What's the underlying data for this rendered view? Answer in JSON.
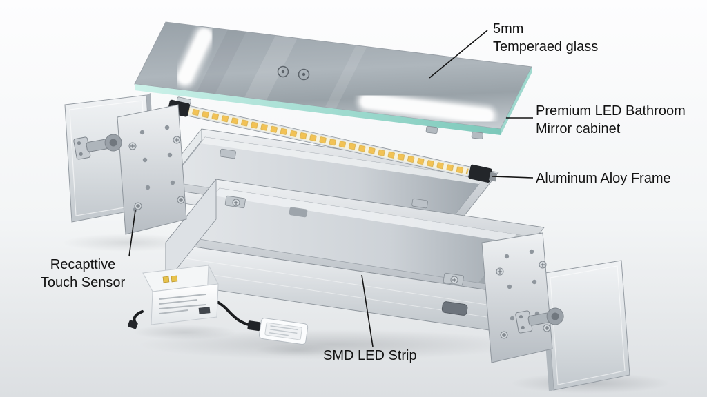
{
  "annotations": {
    "glass": {
      "lines": [
        "5mm",
        "Temperaed glass"
      ]
    },
    "cabinet": {
      "lines": [
        "Premium LED Bathroom",
        "Mirror cabinet"
      ]
    },
    "frame": {
      "lines": [
        "Aluminum Aloy Frame"
      ]
    },
    "sensor": {
      "lines": [
        "Recapttive",
        "Touch Sensor"
      ]
    },
    "led_strip": {
      "lines": [
        "SMD LED Strip"
      ]
    }
  },
  "colors": {
    "leader": "#141414",
    "glass_edge": "#8fd2c6",
    "led_chip": "#f2c255",
    "label_text": "#131313",
    "background_bottom": "#dcdfe2"
  }
}
